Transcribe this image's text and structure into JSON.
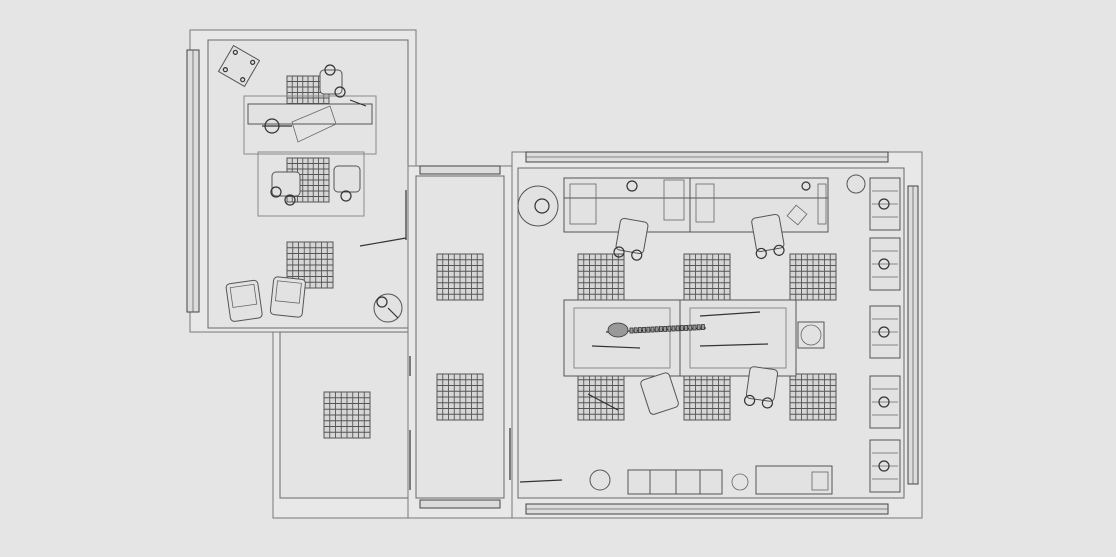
{
  "drawing": {
    "kind": "architectural floor plan (top view, line drawing)",
    "colors": {
      "background": "#e5e5e5",
      "lines": "#555555",
      "fill": "#e4e4e4"
    }
  },
  "rooms": [
    {
      "id": "north-west-workroom"
    },
    {
      "id": "south-west-annex"
    },
    {
      "id": "central-corridor"
    },
    {
      "id": "main-laboratory"
    }
  ],
  "icons": [
    "floor-grate-icon",
    "chair-icon",
    "work-bench-icon",
    "skeleton-icon",
    "desk-lamp-icon",
    "stool-icon",
    "door-icon",
    "window-icon",
    "sink-icon",
    "shelf-unit-icon"
  ]
}
